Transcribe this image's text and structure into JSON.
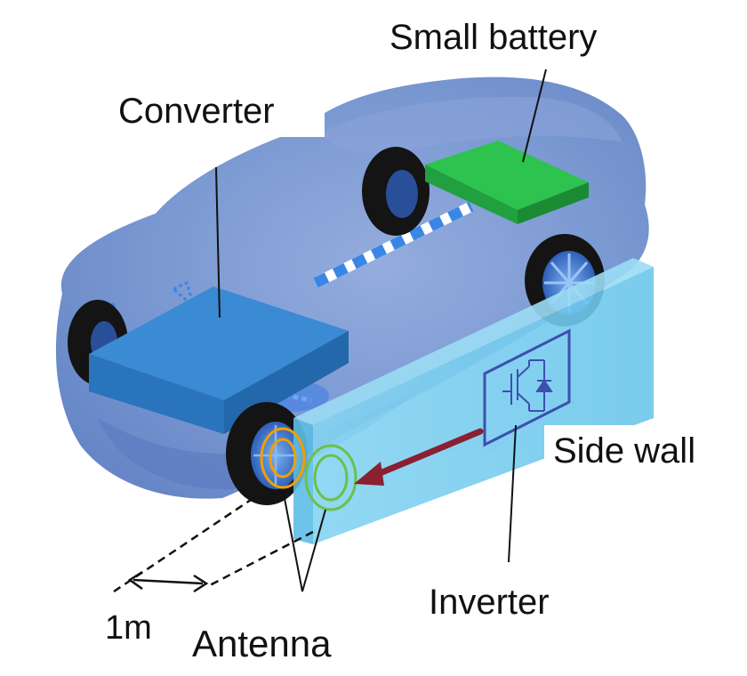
{
  "labels": {
    "small_battery": "Small battery",
    "converter": "Converter",
    "side_wall": "Side wall",
    "inverter": "Inverter",
    "antenna": "Antenna",
    "distance": "1m"
  },
  "colors": {
    "car_body": "#6f8fcf",
    "converter_box": "#2f7fcf",
    "battery_box": "#2fb84f",
    "side_wall": "#7fd0ef",
    "inverter_outline": "#4050b0",
    "arrow": "#8a2030",
    "antenna_car": "#f0a000",
    "antenna_wall": "#70c050",
    "tire": "#141414",
    "hub": "#3a6fd0"
  }
}
